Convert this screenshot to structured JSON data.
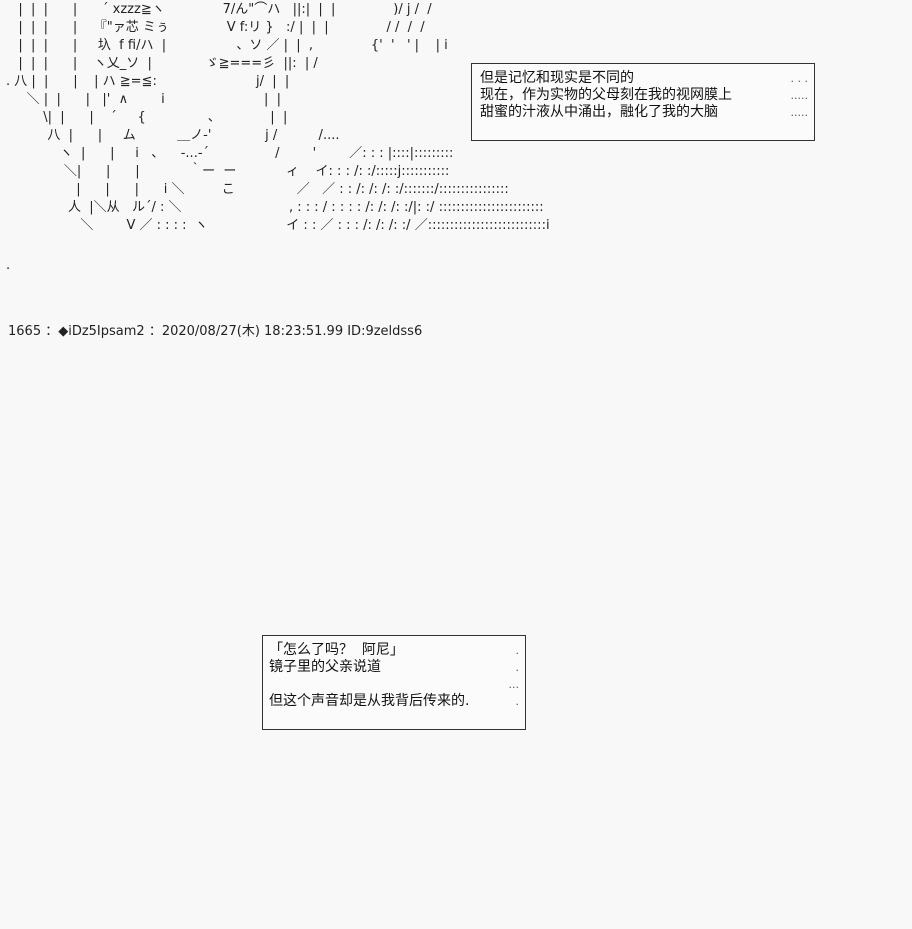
{
  "art_lines": [
    {
      "text": "   |  |  |      |      ´ xzzz≧ヽ              7/ん\"⌒ハ   ||:|  |  |              )/ j /  /"
    },
    {
      "text": "   |  |  |      |    『\"ァ芯 ミぅ              V f:リ }   :/ |  |  |              / /  /  /"
    },
    {
      "text": "   |  |  |      |     圦  f fi/ハ  |                 、ソ ／ |  |  ,              {'  '   ' |    | i"
    },
    {
      "text": "   |  |  |      |    ヽ乂_ソ  |             ゞ≧===彡  ||:  | /"
    },
    {
      "text": ". 八 |  |      |    | ハ ≧=≦:                        j/  |  |"
    },
    {
      "text": "     ＼ |  |      |   |'  ∧        i                        |  |"
    },
    {
      "text": "         \\|  |      |    ´     {               、            |  |"
    },
    {
      "text": "          八  |      |     ム          ＿ノ‐'             j /          /...."
    },
    {
      "text": "             ヽ  |      |     i   、    ‐...-´                /        '        ／: : : |::::|:::::::::"
    },
    {
      "text": "              ＼|      |      |            ｀ー  ー            ィ    イ: : : /: :/:::::j:::::::::::"
    },
    {
      "text": "                 |      |      |      i ＼         こ               ／   ／ : : /: /: /: :/:::::::/::::::::::::::::"
    },
    {
      "text": "               人  |＼从   ル´/ : ＼                          , : : : / : : : : /: /: /: :/|: :/ ::::::::::::::::::::::::"
    },
    {
      "text": "                  ＼        V ／ : : : :  ヽ                   イ : : ／ : : : /: /: /: :/ ／:::::::::::::::::::::::::::i"
    },
    {
      "text": "."
    }
  ],
  "post_header": "1665 ：◆iDz5Ipsam2 ：2020/08/27(木) 18:23:51.99 ID:9zeldss6",
  "box1": {
    "lines": [
      {
        "text": "但是记忆和现实是不同的",
        "trail": ". . ."
      },
      {
        "text": "现在，作为实物的父母刻在我的视网膜上",
        "trail": "....."
      },
      {
        "text": "甜蜜的汁液从中涌出，融化了我的大脑",
        "trail": "....."
      }
    ]
  },
  "box2": {
    "lines": [
      {
        "text": "「怎么了吗？  阿尼」",
        "trail": "."
      },
      {
        "text": "镜子里的父亲说道",
        "trail": "   ."
      },
      {
        "text": "",
        "trail": "..."
      },
      {
        "text": "但这个声音却是从我背后传来的.",
        "trail": "."
      }
    ]
  }
}
